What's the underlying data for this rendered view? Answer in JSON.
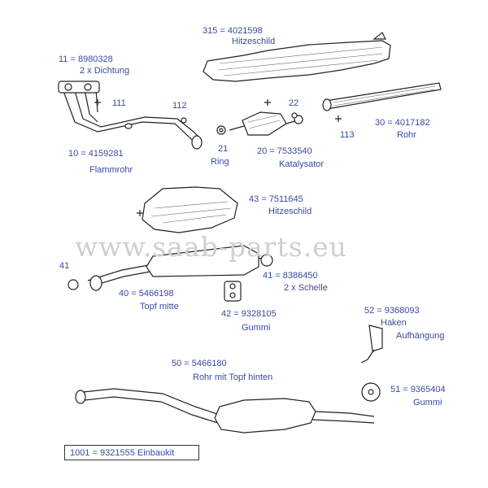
{
  "watermark": "www.saab-parts.eu",
  "labels": {
    "p315_num": "315 = 4021598",
    "p315_name": "Hitzeschild",
    "p11_num": "11 =  8980328",
    "p11_name": "2 x  Dichtung",
    "p111": "111",
    "p112": "112",
    "p22": "22",
    "p21_num": "21",
    "p21_name": "Ring",
    "p20_num": "20 = 7533540",
    "p20_name": "Katalysator",
    "p113": "113",
    "p30_num": "30 = 4017182",
    "p30_name": "Rohr",
    "p10_num": "10 =  4159281",
    "p10_name": "Flammrohr",
    "p43_num": "43 = 7511645",
    "p43_name": "Hitzeschild",
    "p41": "41",
    "p40_num": "40 =  5466198",
    "p40_name": "Topf mitte",
    "p41b_num": "41 = 8386450",
    "p41b_name": "2 x Schelle",
    "p42_num": "42 = 9328105",
    "p42_name": "Gummi",
    "p52_num": "52 =  9368093",
    "p52_name1": "Haken",
    "p52_name2": "Aufhängung",
    "p50_num": "50 =  5466180",
    "p50_name": "Rohr mit Topf  hinten",
    "p51_num": "51 = 9365404",
    "p51_name": "Gummi",
    "kit": "1001 =  9321555   Einbaukit"
  }
}
